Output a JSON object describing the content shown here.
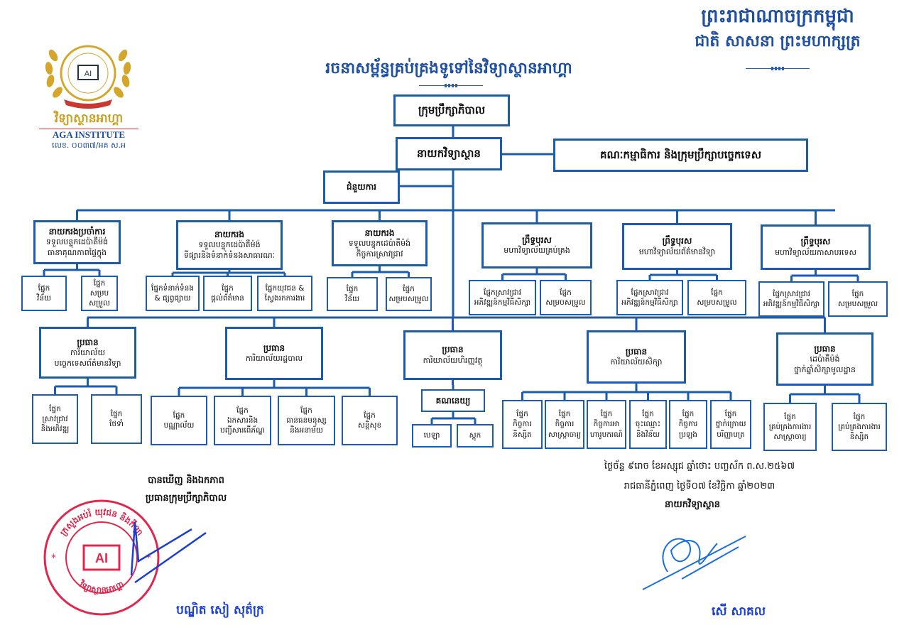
{
  "header": {
    "kingdom": "ព្រះរាជាណាចក្រកម្ពុជា",
    "motto": "ជាតិ សាសនា ព្រះមហាក្សត្រ",
    "title": "រចនាសម្ព័ន្ធគ្រប់គ្រងទូទៅនៃវិទ្យាស្ថានអាហ្គា"
  },
  "logo": {
    "name_kh": "វិទ្យាស្ថានអាហ្គា",
    "name_en": "AGA INSTITUTE",
    "emblem_text": "AI",
    "ref_no": "លេខ. ០០៣៧/អគ ស.អ"
  },
  "colors": {
    "border": "#1b5cad",
    "header": "#1f4fa0",
    "stamp": "#e0284f",
    "ink": "#1a4fd0"
  },
  "org": {
    "board": "ក្រុមប្រឹក្សាភិបាល",
    "director": "នាយកវិទ្យាស្ថាន",
    "committee": "គណៈកម្មាធិការ និងក្រុមប្រឹក្សាបច្ចេកទេស",
    "assistant": "ជំនួយការ",
    "units": [
      {
        "title": "នាយករងប្រចាំការ",
        "subtitle": "ទទួលបន្ទុកដេប៉ាតឺម៉ង់\nធានាគុណភាពផ្ទៃក្នុង",
        "children": [
          "ផ្នែក\nវិន័យ",
          "ផ្នែក\nសម្របសម្រួល"
        ]
      },
      {
        "title": "នាយករង",
        "subtitle": "ទទួលបន្ទុកដេប៉ាតឺម៉ង់\nទីផ្សារនិងទំនាក់ទំនងសាធារណៈ",
        "children": [
          "ផ្នែកទំនាក់ទំនង\n& ផ្សព្វផ្សាយ",
          "ផ្នែក\nផ្តល់ព័ត៌មាន",
          "ផ្នែកយុវជន &\nស្វែងរកការងារ"
        ]
      },
      {
        "title": "នាយករង",
        "subtitle": "ទទួលបន្ទុកដេប៉ាតឺម៉ង់\nកិច្ចការស្រាវជ្រាវ",
        "children": [
          "ផ្នែក\nវិន័យ",
          "ផ្នែក\nសម្របសម្រួល"
        ]
      },
      {
        "title": "ព្រឹទ្ធបុរស",
        "subtitle": "មហាវិទ្យាល័យគ្រប់គ្រង",
        "children": [
          "ផ្នែកស្រាវជ្រាវ\nអភិវឌ្ឍន៍កម្មវិធីសិក្សា",
          "ផ្នែក\nសម្របសម្រួល"
        ]
      },
      {
        "title": "ព្រឹទ្ធបុរស",
        "subtitle": "មហាវិទ្យាល័យព័ត៌មានវិទ្យា",
        "children": [
          "ផ្នែកស្រាវជ្រាវ\nអភិវឌ្ឍន៍កម្មវិធីសិក្សា",
          "ផ្នែក\nសម្របសម្រួល"
        ]
      },
      {
        "title": "ព្រឹទ្ធបុរស",
        "subtitle": "មហាវិទ្យាល័យភាសាបរទេស",
        "children": [
          "ផ្នែកស្រាវជ្រាវ\nអភិវឌ្ឍន៍កម្មវិធីសិក្សា",
          "ផ្នែក\nសម្របសម្រួល"
        ]
      }
    ],
    "offices": [
      {
        "title": "ប្រធាន",
        "subtitle": "ការិយាល័យ\nបច្ចេកទេសព័ត៌មានវិទ្យា",
        "children": [
          "ផ្នែក\nស្រាវជ្រាវ\nនិងអភិវឌ្ឍ",
          "ផ្នែក\nថែទាំ"
        ]
      },
      {
        "title": "ប្រធាន",
        "subtitle": "ការិយាល័យរដ្ឋបាល",
        "children": [
          "ផ្នែក\nបណ្ណាល័យ",
          "ផ្នែក\nឯកសារនិង\nបញ្ជីសារពើភ័ណ្ឌ",
          "ផ្នែក\nធានធនមនុស្ស\nនិងអនាម័យ",
          "ផ្នែក\nសន្តិសុខ"
        ]
      },
      {
        "title": "ប្រធាន",
        "subtitle": "ការិយាល័យហិរញ្ញវត្ថុ",
        "sub": {
          "title": "គណនេយ្យ",
          "children": [
            "បេឡា",
            "ស្តុក"
          ]
        },
        "children": []
      },
      {
        "title": "ប្រធាន",
        "subtitle": "ការិយាល័យសិក្សា",
        "children": [
          "ផ្នែក\nកិច្ចការ\nនិស្សិត",
          "ផ្នែក\nកិច្ចការ\nសាស្ត្រាចារ្យ",
          "ផ្នែក\nកិច្ចការអា\nហារូបករណ៍",
          "ផ្នែក\nចុះឈ្មោះ\nនិងវិន័យ",
          "ផ្នែក\nកិច្ចការ\nប្រឡង",
          "ផ្នែក\nថ្នាក់ក្រោយ\nបរិញ្ញាបត្រ"
        ]
      },
      {
        "title": "ប្រធាន",
        "subtitle": "ដេប៉ាតឺម៉ង់\nថ្នាក់ឆ្នាំសិក្សាមូលដ្ឋាន",
        "children": [
          "ផ្នែក\nគ្រប់គ្រងការងារ\nសាស្ត្រាចារ្យ",
          "ផ្នែក\nគ្រប់គ្រងការងារ\nនិស្សិត"
        ]
      }
    ]
  },
  "approval": {
    "line1": "បានឃើញ និងឯកភាព",
    "line2": "ប្រធានក្រុមប្រឹក្សាភិបាល",
    "name": "បណ្ឌិត សៀ សុត៌ក្រ",
    "stamp_top": "ក្រសួងអប់រំ យុវជន និងកីឡា",
    "stamp_bottom": "វិទ្យាស្ថានអាហ្គា",
    "stamp_emblem": "AI"
  },
  "signoff": {
    "lunar_date": "ថ្ងៃច័ន្ទ ៩រោច ខែអស្សុជ ឆ្នាំថោះ បញ្ចស័ក ព.ស.២៥៦៧",
    "date": "រាជធានីភ្នំពេញ ថ្ងៃទី០៧ ខែវិច្ឆិកា ឆ្នាំ២០២៣",
    "role": "នាយកវិទ្យាស្ថាន",
    "name": "សើ សាគល"
  }
}
